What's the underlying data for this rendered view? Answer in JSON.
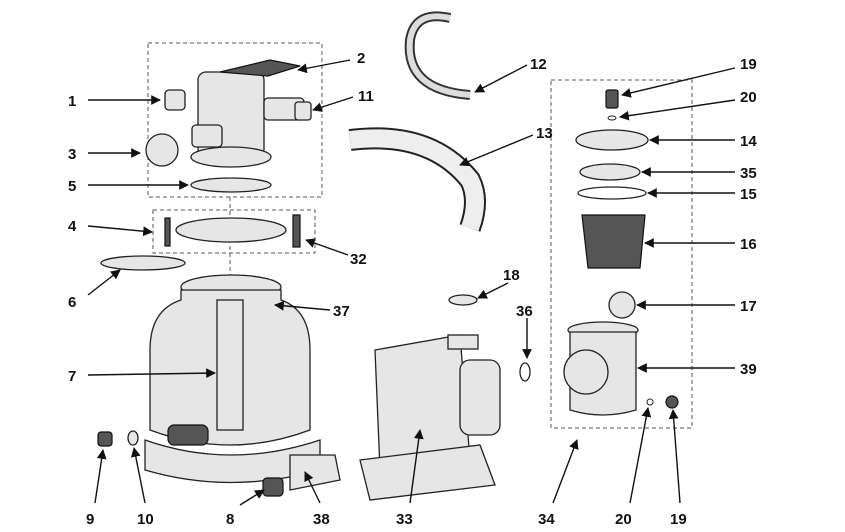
{
  "diagram": {
    "type": "exploded-parts-diagram",
    "part_labels": {
      "p1": "1",
      "p2": "2",
      "p3": "3",
      "p4": "4",
      "p5": "5",
      "p6": "6",
      "p7": "7",
      "p8": "8",
      "p9": "9",
      "p10": "10",
      "p11": "11",
      "p12": "12",
      "p13": "13",
      "p14": "14",
      "p15": "15",
      "p16": "16",
      "p17": "17",
      "p18": "18",
      "p19a": "19",
      "p19b": "19",
      "p20a": "20",
      "p20b": "20",
      "p32": "32",
      "p33": "33",
      "p34": "34",
      "p35": "35",
      "p36": "36",
      "p37": "37",
      "p38": "38",
      "p39": "39"
    }
  }
}
